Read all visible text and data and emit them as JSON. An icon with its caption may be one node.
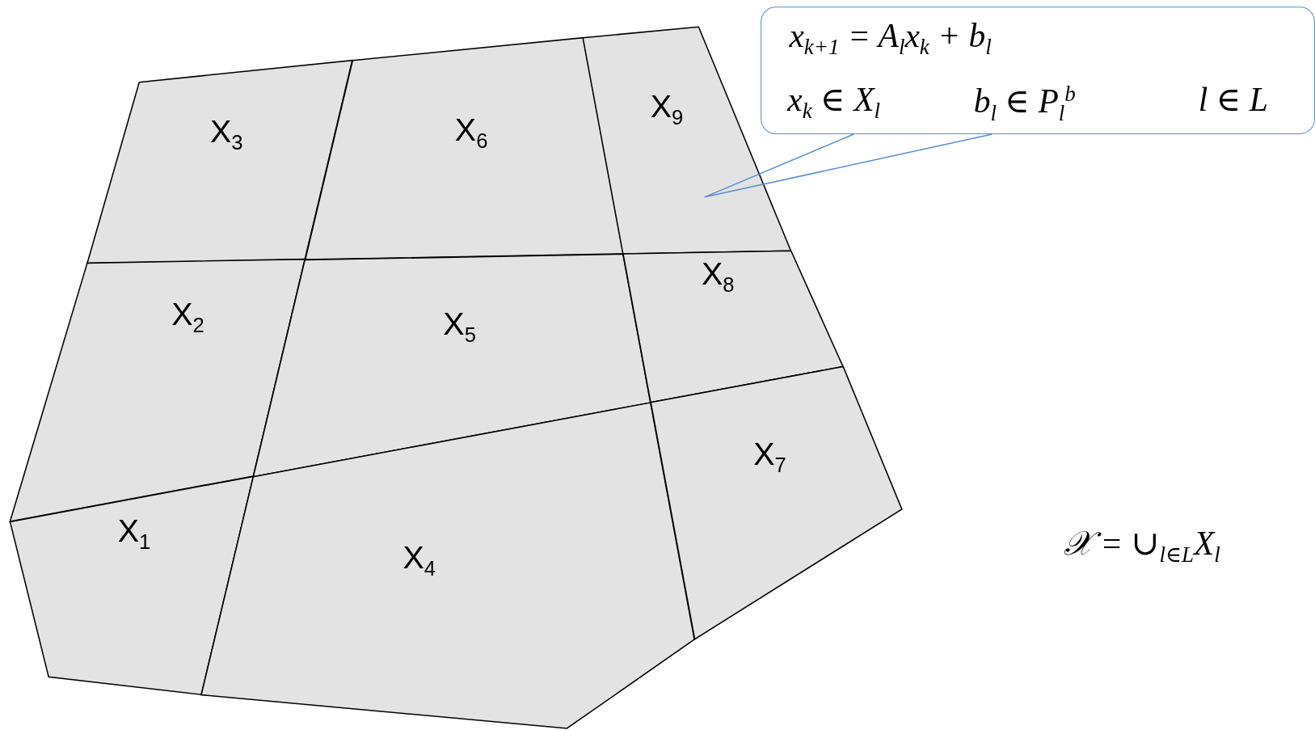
{
  "diagram": {
    "nodes": [
      {
        "text": [
          "X$_{3}$"
        ]
      },
      {
        "text": [
          "X$_{6}$"
        ]
      },
      {
        "text": [
          "X$_{9}$"
        ]
      },
      {
        "text": [
          "X$_{2}$"
        ]
      },
      {
        "text": [
          "X$_{5}$"
        ]
      },
      {
        "text": [
          "X$_{8}$"
        ]
      },
      {
        "text": [
          "X$_{1}$"
        ]
      },
      {
        "text": [
          "X$_{4}$"
        ]
      },
      {
        "text": [
          "X$_{7}$"
        ]
      },
      {
        "text": [
          "x$_{k+1}$ = A$_{l}$x$_{k}$ + b$_{l}$",
          "x$_{k}$ ∈ X$_{l}$",
          "b$_{l}$ ∈ P$_{l}$$^{b}$",
          "l ∈ L"
        ]
      }
    ],
    "edges": [
      {
        "from": 9,
        "to": 2,
        "arrow": "none"
      }
    ],
    "labels": [
      "𝒳 = ∪$_{l∈L}$X$_{l}$"
    ]
  }
}
